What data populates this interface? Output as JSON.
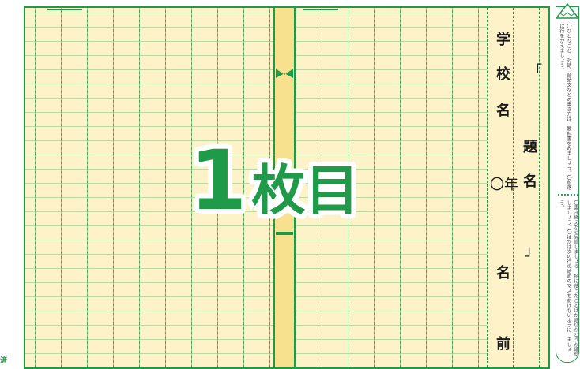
{
  "sheet": {
    "big_number": "1",
    "big_kanji": "枚目",
    "school": [
      "学",
      "校",
      "名"
    ],
    "title_open": "「",
    "title": [
      "題",
      "名"
    ],
    "title_close": "」",
    "year_mark": "〇年",
    "name": [
      "名",
      "前"
    ]
  },
  "footer": {
    "left_mark": "済"
  },
  "instructions": {
    "block1": "〇ひとりごと、対話、会話文などの書き方は、教科書をみましょう。〇段落は行をかえましょう。",
    "block2": "〇書き終えたら見直しましょう。特に使ったことばが適切かどうか確認しましょう。〇はかは次の行の始めのマスをあけないように、ましょう。"
  },
  "colors": {
    "accent": "#1e9a49",
    "paper": "#fdf2c8",
    "spine": "#f7e08e"
  }
}
